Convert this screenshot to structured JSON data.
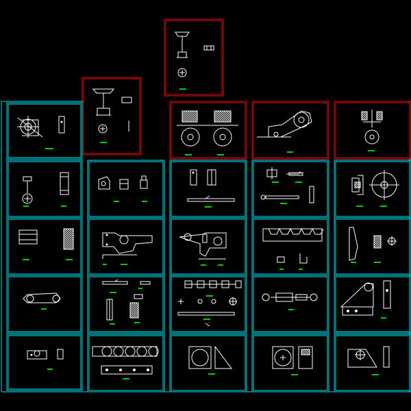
{
  "canvas": {
    "background": "#000000"
  },
  "colors": {
    "frame_cyan": "#00e5ee",
    "frame_red": "#e01010",
    "drawing_white": "#ffffff",
    "label_green": "#00d000"
  },
  "sheets": [
    {
      "id": "top-red-sheet",
      "frame": "red"
    },
    {
      "id": "tall-red-sheet",
      "frame": "red"
    },
    {
      "id": "r1c1",
      "frame": "cyan"
    },
    {
      "id": "r1c3",
      "frame": "red"
    },
    {
      "id": "r1c4",
      "frame": "red"
    },
    {
      "id": "r1c5",
      "frame": "red"
    },
    {
      "id": "r2c1",
      "frame": "cyan"
    },
    {
      "id": "r2c2",
      "frame": "cyan"
    },
    {
      "id": "r2c3",
      "frame": "cyan"
    },
    {
      "id": "r2c4",
      "frame": "cyan"
    },
    {
      "id": "r2c5",
      "frame": "cyan"
    },
    {
      "id": "r3c1",
      "frame": "cyan"
    },
    {
      "id": "r3c2",
      "frame": "cyan"
    },
    {
      "id": "r3c3",
      "frame": "cyan"
    },
    {
      "id": "r3c4",
      "frame": "cyan"
    },
    {
      "id": "r3c5",
      "frame": "cyan"
    },
    {
      "id": "r4c1",
      "frame": "cyan"
    },
    {
      "id": "r4c2",
      "frame": "cyan"
    },
    {
      "id": "r4c3",
      "frame": "cyan"
    },
    {
      "id": "r4c4",
      "frame": "cyan"
    },
    {
      "id": "r4c5",
      "frame": "cyan"
    },
    {
      "id": "r5c1",
      "frame": "cyan"
    },
    {
      "id": "r5c2",
      "frame": "cyan"
    },
    {
      "id": "r5c3",
      "frame": "cyan"
    },
    {
      "id": "r5c4",
      "frame": "cyan"
    },
    {
      "id": "r5c5",
      "frame": "cyan"
    }
  ]
}
